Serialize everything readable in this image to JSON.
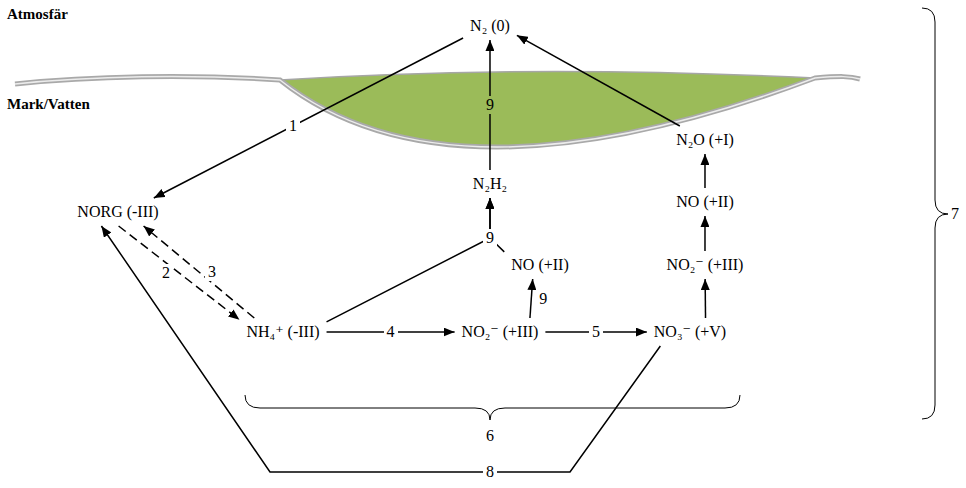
{
  "diagram": {
    "nodes": [
      {
        "text": [
          "N₂ (0)"
        ]
      },
      {
        "text": [
          "N₂H₂"
        ]
      },
      {
        "text": [
          "N₂O (+I)"
        ]
      },
      {
        "text": [
          "NORG (-III)"
        ]
      },
      {
        "text": [
          "NO (+II)"
        ]
      },
      {
        "text": [
          "NO (+II)"
        ]
      },
      {
        "text": [
          "NO₂⁻ (+III)"
        ]
      },
      {
        "text": [
          "NH₄⁺ (-III)"
        ]
      },
      {
        "text": [
          "NO₂⁻ (+III)"
        ]
      },
      {
        "text": [
          "NO₃⁻ (+V)"
        ]
      }
    ],
    "edges": [
      {
        "from": 0,
        "to": 3,
        "arrow": "to",
        "label": "1"
      },
      {
        "from": 3,
        "to": 7,
        "arrow": "to",
        "label": "2"
      },
      {
        "from": 7,
        "to": 3,
        "arrow": "to",
        "label": "3"
      },
      {
        "from": 7,
        "to": 8,
        "arrow": "to",
        "label": "4"
      },
      {
        "from": 8,
        "to": 9,
        "arrow": "to",
        "label": "5"
      },
      {
        "from": 8,
        "to": 5,
        "arrow": "to",
        "label": "9"
      },
      {
        "from": 7,
        "to": 1,
        "arrow": "to"
      },
      {
        "from": 5,
        "to": 1,
        "arrow": "to"
      },
      {
        "from": 1,
        "to": 0,
        "arrow": "to",
        "label": "9"
      },
      {
        "from": 9,
        "to": 6,
        "arrow": "to"
      },
      {
        "from": 6,
        "to": 4,
        "arrow": "to"
      },
      {
        "from": 4,
        "to": 2,
        "arrow": "to"
      },
      {
        "from": 2,
        "to": 0,
        "arrow": "to"
      },
      {
        "from": 9,
        "to": 3,
        "arrow": "to",
        "label": "8"
      }
    ],
    "labels": [
      "Atmosfär",
      "Mark/Vatten",
      "9",
      "6",
      "7"
    ]
  }
}
